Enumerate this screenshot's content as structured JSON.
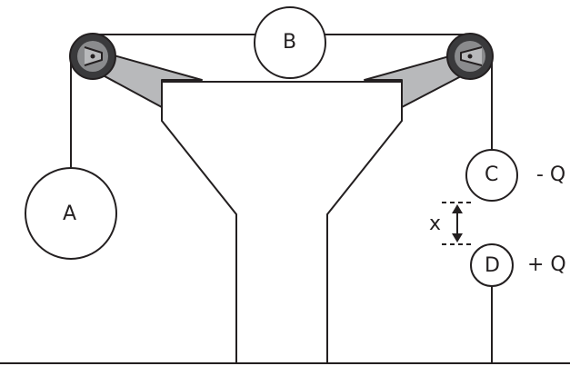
{
  "labels": {
    "ball_a": "A",
    "ball_b": "B",
    "ball_c": "C",
    "ball_d": "D",
    "charge_c": "- Q",
    "charge_d": "+ Q",
    "separation": "x"
  },
  "colors": {
    "stroke": "#231f20",
    "bracket_fill": "#b8b9bb",
    "pulley_outer": "#3a3a3c",
    "pulley_inner": "#8a8b8d",
    "background": "#ffffff"
  }
}
